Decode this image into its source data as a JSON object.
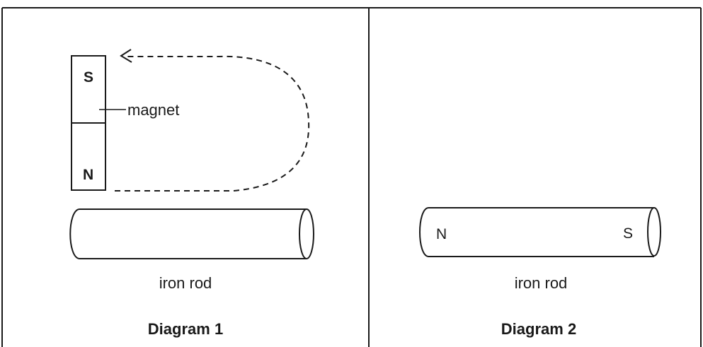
{
  "diagram1": {
    "magnet": {
      "top_pole": "S",
      "bottom_pole": "N",
      "label": "magnet"
    },
    "rod_label": "iron rod",
    "title": "Diagram 1"
  },
  "diagram2": {
    "rod_left_pole": "N",
    "rod_right_pole": "S",
    "rod_label": "iron rod",
    "title": "Diagram 2"
  },
  "colors": {
    "line": "#1a1a1a",
    "background": "#ffffff"
  }
}
